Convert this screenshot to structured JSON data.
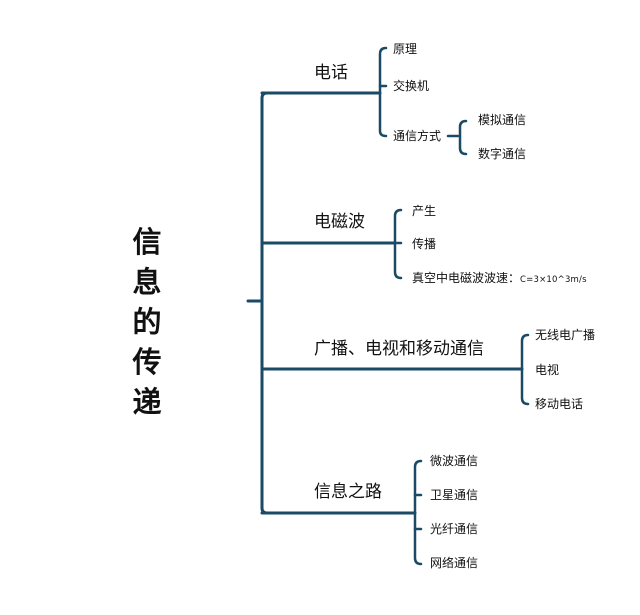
{
  "root": {
    "chars": [
      "信",
      "息",
      "的",
      "传",
      "递"
    ]
  },
  "colors": {
    "line": "#1a4a66"
  },
  "branches": [
    {
      "label": "电话",
      "children": [
        {
          "label": "原理"
        },
        {
          "label": "交换机"
        },
        {
          "label": "通信方式",
          "children": [
            "模拟通信",
            "数字通信"
          ]
        }
      ]
    },
    {
      "label": "电磁波",
      "children": [
        {
          "label": "产生"
        },
        {
          "label": "传播"
        },
        {
          "label": "真空中电磁波波速：",
          "suffix": "C=3×10^3m/s"
        }
      ]
    },
    {
      "label": "广播、电视和移动通信",
      "children": [
        {
          "label": "无线电广播"
        },
        {
          "label": "电视"
        },
        {
          "label": "移动电话"
        }
      ]
    },
    {
      "label": "信息之路",
      "children": [
        {
          "label": "微波通信"
        },
        {
          "label": "卫星通信"
        },
        {
          "label": "光纤通信"
        },
        {
          "label": "网络通信"
        }
      ]
    }
  ]
}
